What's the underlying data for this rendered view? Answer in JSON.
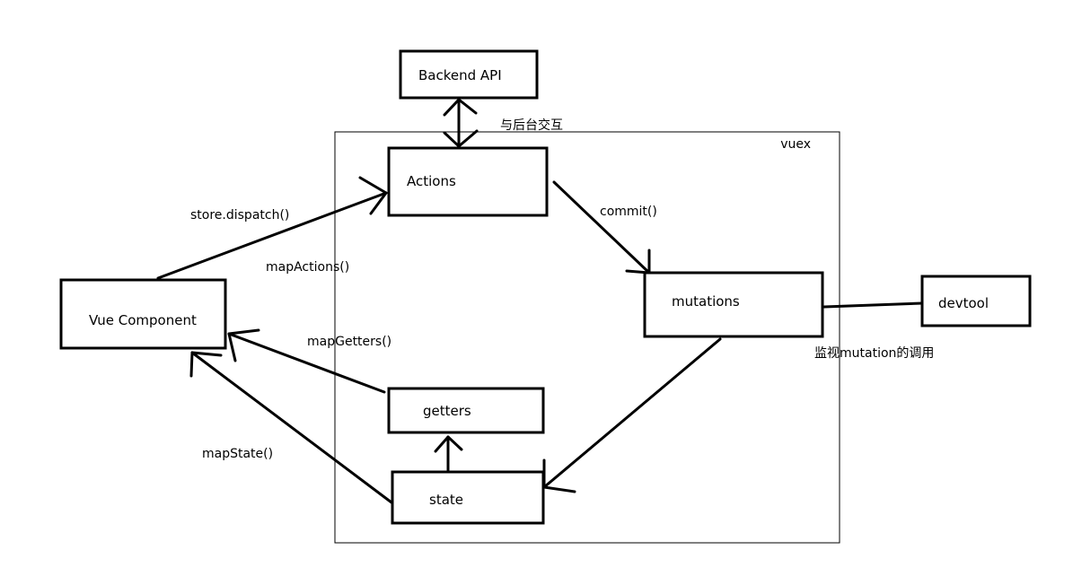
{
  "container": {
    "label": "vuex"
  },
  "nodes": {
    "backend_api": "Backend API",
    "actions": "Actions",
    "mutations": "mutations",
    "devtool": "devtool",
    "vue_component": "Vue Component",
    "getters": "getters",
    "state": "state"
  },
  "edges": {
    "backend_interaction": "与后台交互",
    "dispatch": "store.dispatch()",
    "map_actions": "mapActions()",
    "commit": "commit()",
    "devtool_watch": "监视mutation的调用",
    "map_getters": "mapGetters()",
    "map_state": "mapState()"
  }
}
